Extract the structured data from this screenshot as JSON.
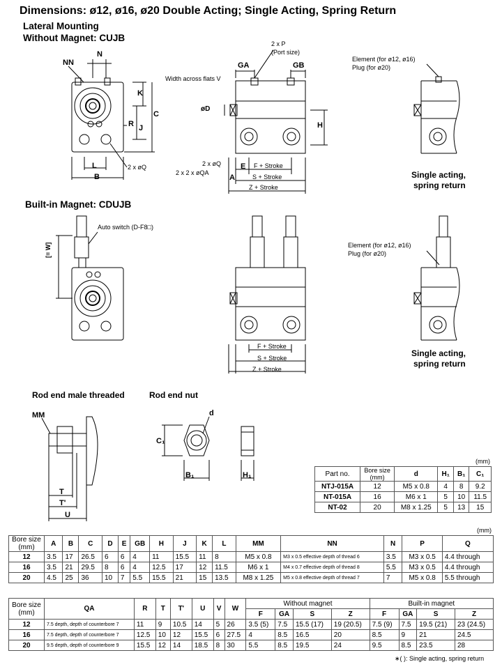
{
  "title": "Dimensions: ø12, ø16, ø20 Double Acting; Single Acting, Spring Return",
  "section1": {
    "heading": "Lateral Mounting",
    "subheading": "Without Magnet: CUJB"
  },
  "section2": {
    "heading": "Built-in Magnet: CDUJB"
  },
  "drawing_labels": {
    "NN": "NN",
    "N": "N",
    "K": "K",
    "C": "C",
    "R": "R",
    "J": "J",
    "L": "L",
    "B": "B",
    "Q": "2 x øQ",
    "P": "2 x P",
    "port_size": "(Port size)",
    "GA": "GA",
    "GB": "GB",
    "V": "Width across flats V",
    "D": "øD",
    "H": "H",
    "Q2": "2 x øQ",
    "QA": "2 x 2 x øQA",
    "A": "A",
    "E": "E",
    "F_stroke": "F + Stroke",
    "S_stroke": "S + Stroke",
    "Z_stroke": "Z + Stroke",
    "element": "Element (for ø12, ø16)",
    "plug": "Plug (for ø20)",
    "single_acting": "Single acting,",
    "spring_return": "spring return",
    "auto_switch": "Auto switch (D-F8□)",
    "W": "[= W]",
    "rod_end_male": "Rod end male threaded",
    "rod_end_nut": "Rod end nut",
    "MM": "MM",
    "T": "T",
    "T_prime": "T'",
    "U": "U",
    "d": "d",
    "C1": "C₁",
    "B1": "B₁",
    "H1": "H₁"
  },
  "unit": "(mm)",
  "nut_table": {
    "headers": [
      "Part no.",
      "Bore size (mm)",
      "d",
      "H₁",
      "B₁",
      "C₁"
    ],
    "rows": [
      [
        "NTJ-015A",
        "12",
        "M5 x 0.8",
        "4",
        "8",
        "9.2"
      ],
      [
        "NT-015A",
        "16",
        "M6 x 1",
        "5",
        "10",
        "11.5"
      ],
      [
        "NT-02",
        "20",
        "M8 x 1.25",
        "5",
        "13",
        "15"
      ]
    ]
  },
  "table1": {
    "headers": [
      "Bore size (mm)",
      "A",
      "B",
      "C",
      "D",
      "E",
      "GB",
      "H",
      "J",
      "K",
      "L",
      "MM",
      "NN",
      "N",
      "P",
      "Q"
    ],
    "rows": [
      [
        "12",
        "3.5",
        "17",
        "26.5",
        "6",
        "6",
        "4",
        "11",
        "15.5",
        "11",
        "8",
        "M5 x 0.8",
        "M3 x 0.5 effective depth of thread 6",
        "3.5",
        "M3 x 0.5",
        "4.4 through"
      ],
      [
        "16",
        "3.5",
        "21",
        "29.5",
        "8",
        "6",
        "4",
        "12.5",
        "17",
        "12",
        "11.5",
        "M6 x 1",
        "M4 x 0.7 effective depth of thread 8",
        "5.5",
        "M3 x 0.5",
        "4.4 through"
      ],
      [
        "20",
        "4.5",
        "25",
        "36",
        "10",
        "7",
        "5.5",
        "15.5",
        "21",
        "15",
        "13.5",
        "M8 x 1.25",
        "M5 x 0.8 effective depth of thread 7",
        "7",
        "M5 x 0.8",
        "5.5 through"
      ]
    ]
  },
  "table2": {
    "headers": [
      "Bore size (mm)",
      "QA",
      "R",
      "T",
      "T'",
      "U",
      "V",
      "W"
    ],
    "group_without": "Without magnet",
    "group_builtin": "Built-in magnet",
    "sub_headers": [
      "F",
      "GA",
      "S",
      "Z",
      "F",
      "GA",
      "S",
      "Z"
    ],
    "rows": [
      [
        "12",
        "7.5 depth, depth of counterbore 7",
        "11",
        "9",
        "10.5",
        "14",
        "5",
        "26",
        "3.5 (5)",
        "7.5",
        "15.5 (17)",
        "19 (20.5)",
        "7.5 (9)",
        "7.5",
        "19.5 (21)",
        "23 (24.5)"
      ],
      [
        "16",
        "7.5 depth, depth of counterbore 7",
        "12.5",
        "10",
        "12",
        "15.5",
        "6",
        "27.5",
        "4",
        "8.5",
        "16.5",
        "20",
        "8.5",
        "9",
        "21",
        "24.5"
      ],
      [
        "20",
        "9.5 depth, depth of counterbore 9",
        "15.5",
        "12",
        "14",
        "18.5",
        "8",
        "30",
        "5.5",
        "8.5",
        "19.5",
        "24",
        "9.5",
        "8.5",
        "23.5",
        "28"
      ]
    ]
  },
  "footnote": "∗( ): Single acting, spring return"
}
